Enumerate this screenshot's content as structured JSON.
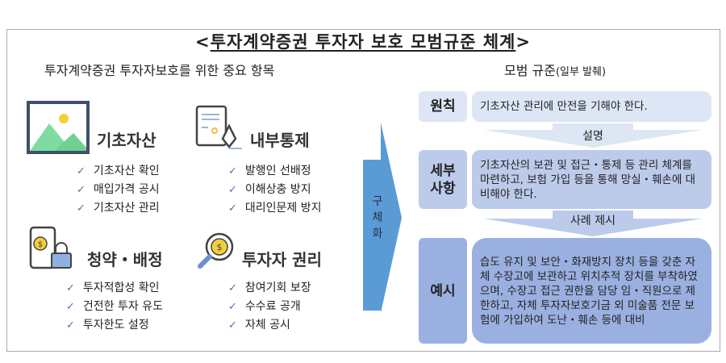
{
  "title": {
    "open": "<",
    "text": "투자계약증권 투자자 보호 모범규준 체계",
    "close": ">"
  },
  "left": {
    "subtitle": "투자계약증권 투자자보호를 위한 중요 항목",
    "sections": [
      {
        "icon": "landscape-image-icon",
        "heading": "기초자산",
        "items": [
          "기초자산 확인",
          "매입가격 공시",
          "기초자산 관리"
        ]
      },
      {
        "icon": "document-pen-icon",
        "heading": "내부통제",
        "items": [
          "발행인 선배정",
          "이해상충 방지",
          "대리인문제 방지"
        ]
      },
      {
        "icon": "phone-lock-coin-icon",
        "heading": "청약・배정",
        "items": [
          "투자적합성 확인",
          "건전한 투자 유도",
          "투자한도 설정"
        ]
      },
      {
        "icon": "magnifier-coin-icon",
        "heading": "투자자 권리",
        "items": [
          "참여기회 보장",
          "수수료 공개",
          "자체 공시"
        ]
      }
    ]
  },
  "arrow": {
    "label": "구체화"
  },
  "right": {
    "subtitle": "모범 규준",
    "subtitle_note": "(일부 발췌)",
    "rows": [
      {
        "label": "원칙",
        "text": "기초자산 관리에 만전을 기해야 한다."
      },
      {
        "label": "세부 사항",
        "text": "기초자산의 보관 및 접근・통제 등 관리 체계를 마련하고, 보험 가입 등을 통해 망실・훼손에 대비해야 한다."
      },
      {
        "label": "예시",
        "text": "습도 유지 및 보안・화재방지 장치 등을 갖춘 자체 수장고에 보관하고 위치추적 장치를 부착하였으며, 수장고 접근 권한을 담당 임・직원으로 제한하고, 자체 투자자보호기금 외 미술품 전문 보험에 가입하여 도난・훼손 등에 대비"
      }
    ],
    "connectors": [
      "설명",
      "사례 제시"
    ]
  }
}
